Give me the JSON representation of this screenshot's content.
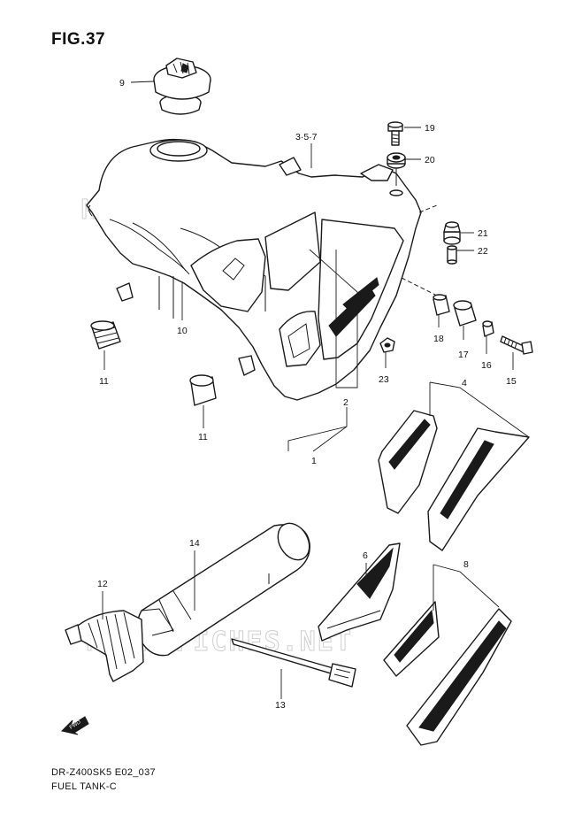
{
  "figure": {
    "title": "FIG.37",
    "code": "DR-Z400SK5 E02_037",
    "name": "FUEL TANK-C"
  },
  "watermark": {
    "text": "MICROFICHES.NET"
  },
  "fwd_label": "FWD",
  "callouts": [
    {
      "id": "c9",
      "label": "9"
    },
    {
      "id": "c357",
      "label": "3·5·7"
    },
    {
      "id": "c19",
      "label": "19"
    },
    {
      "id": "c20",
      "label": "20"
    },
    {
      "id": "c21",
      "label": "21"
    },
    {
      "id": "c22",
      "label": "22"
    },
    {
      "id": "c10",
      "label": "10"
    },
    {
      "id": "c11a",
      "label": "11"
    },
    {
      "id": "c11b",
      "label": "11"
    },
    {
      "id": "c18",
      "label": "18"
    },
    {
      "id": "c17",
      "label": "17"
    },
    {
      "id": "c16",
      "label": "16"
    },
    {
      "id": "c15",
      "label": "15"
    },
    {
      "id": "c23",
      "label": "23"
    },
    {
      "id": "c2",
      "label": "2"
    },
    {
      "id": "c1",
      "label": "1"
    },
    {
      "id": "c4",
      "label": "4"
    },
    {
      "id": "c14",
      "label": "14"
    },
    {
      "id": "c12",
      "label": "12"
    },
    {
      "id": "c6",
      "label": "6"
    },
    {
      "id": "c8",
      "label": "8"
    },
    {
      "id": "c13",
      "label": "13"
    }
  ],
  "colors": {
    "line": "#1a1a1a",
    "watermark": "#cfcfcf",
    "background": "#ffffff"
  }
}
